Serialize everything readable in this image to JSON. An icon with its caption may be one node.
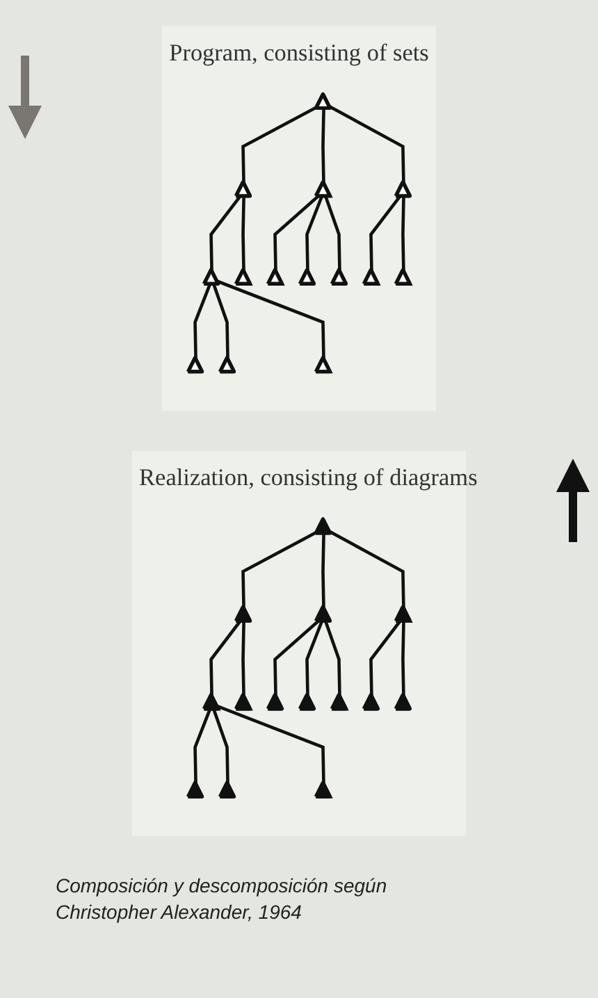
{
  "diagram": {
    "caption": "Composición y descomposición según Christopher Alexander, 1964",
    "nodes": [
      {
        "text": [
          "Program, consisting of sets"
        ]
      },
      {
        "text": [],
        "shape": "triangle",
        "in": 0
      },
      {
        "text": [],
        "shape": "triangle",
        "in": 0
      },
      {
        "text": [],
        "shape": "triangle",
        "in": 0
      },
      {
        "text": [],
        "shape": "triangle",
        "in": 0
      },
      {
        "text": [],
        "shape": "triangle",
        "in": 0
      },
      {
        "text": [],
        "shape": "triangle",
        "in": 0
      },
      {
        "text": [],
        "shape": "triangle",
        "in": 0
      },
      {
        "text": [],
        "shape": "triangle",
        "in": 0
      },
      {
        "text": [],
        "shape": "triangle",
        "in": 0
      },
      {
        "text": [],
        "shape": "triangle",
        "in": 0
      },
      {
        "text": [],
        "shape": "triangle",
        "in": 0
      },
      {
        "text": [],
        "shape": "triangle",
        "in": 0
      },
      {
        "text": [],
        "shape": "triangle",
        "in": 0
      },
      {
        "text": [],
        "shape": "triangle",
        "in": 0
      },
      {
        "text": [
          "Realization, consisting of diagrams"
        ]
      },
      {
        "text": [],
        "shape": "triangle",
        "in": 15
      },
      {
        "text": [],
        "shape": "triangle",
        "in": 15
      },
      {
        "text": [],
        "shape": "triangle",
        "in": 15
      },
      {
        "text": [],
        "shape": "triangle",
        "in": 15
      },
      {
        "text": [],
        "shape": "triangle",
        "in": 15
      },
      {
        "text": [],
        "shape": "triangle",
        "in": 15
      },
      {
        "text": [],
        "shape": "triangle",
        "in": 15
      },
      {
        "text": [],
        "shape": "triangle",
        "in": 15
      },
      {
        "text": [],
        "shape": "triangle",
        "in": 15
      },
      {
        "text": [],
        "shape": "triangle",
        "in": 15
      },
      {
        "text": [],
        "shape": "triangle",
        "in": 15
      },
      {
        "text": [],
        "shape": "triangle",
        "in": 15
      },
      {
        "text": [],
        "shape": "triangle",
        "in": 15
      },
      {
        "text": [],
        "shape": "triangle",
        "in": 15
      }
    ],
    "edges": [
      {
        "from": 1,
        "to": 2,
        "arrow": "none"
      },
      {
        "from": 1,
        "to": 4,
        "arrow": "none"
      },
      {
        "from": 1,
        "to": 5,
        "arrow": "none"
      },
      {
        "from": 2,
        "to": 3,
        "arrow": "none"
      },
      {
        "from": 2,
        "to": 9,
        "arrow": "none"
      },
      {
        "from": 3,
        "to": 6,
        "arrow": "none"
      },
      {
        "from": 3,
        "to": 7,
        "arrow": "none"
      },
      {
        "from": 3,
        "to": 8,
        "arrow": "none"
      },
      {
        "from": 4,
        "to": 10,
        "arrow": "none"
      },
      {
        "from": 4,
        "to": 11,
        "arrow": "none"
      },
      {
        "from": 4,
        "to": 12,
        "arrow": "none"
      },
      {
        "from": 5,
        "to": 13,
        "arrow": "none"
      },
      {
        "from": 5,
        "to": 14,
        "arrow": "none"
      },
      {
        "from": 16,
        "to": 17,
        "arrow": "none"
      },
      {
        "from": 16,
        "to": 19,
        "arrow": "none"
      },
      {
        "from": 16,
        "to": 20,
        "arrow": "none"
      },
      {
        "from": 17,
        "to": 18,
        "arrow": "none"
      },
      {
        "from": 17,
        "to": 24,
        "arrow": "none"
      },
      {
        "from": 18,
        "to": 21,
        "arrow": "none"
      },
      {
        "from": 18,
        "to": 22,
        "arrow": "none"
      },
      {
        "from": 18,
        "to": 23,
        "arrow": "none"
      },
      {
        "from": 19,
        "to": 25,
        "arrow": "none"
      },
      {
        "from": 19,
        "to": 26,
        "arrow": "none"
      },
      {
        "from": 19,
        "to": 27,
        "arrow": "none"
      },
      {
        "from": 20,
        "to": 28,
        "arrow": "none"
      },
      {
        "from": 20,
        "to": 29,
        "arrow": "none"
      }
    ]
  }
}
